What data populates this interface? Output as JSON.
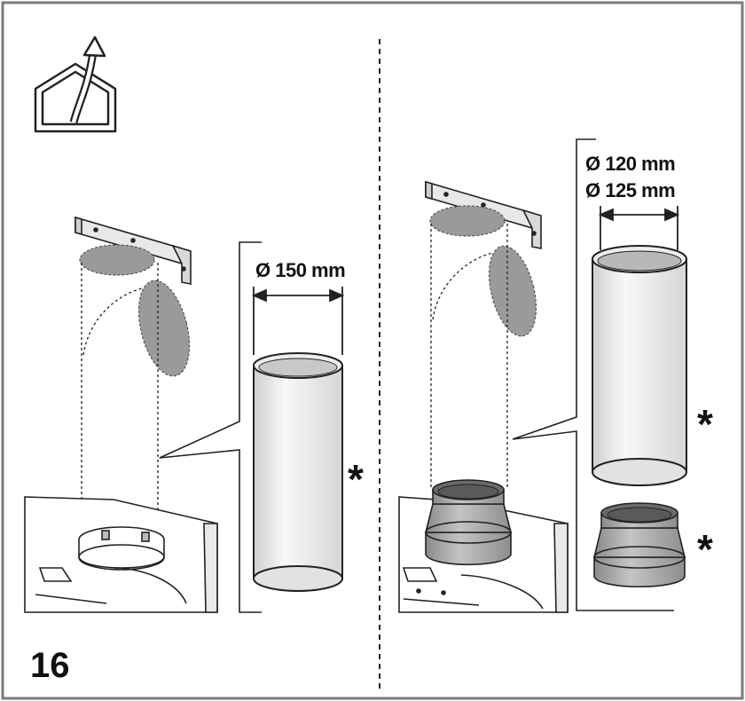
{
  "figure": {
    "number": "16",
    "left_panel": {
      "duct_diameter": "Ø 150 mm",
      "duct_marker": "*"
    },
    "right_panel": {
      "duct_diameter_1": "Ø 120 mm",
      "duct_diameter_2": "Ø 125 mm",
      "duct_marker": "*",
      "reducer_marker": "*"
    },
    "icons": [
      "house-exhaust-icon"
    ]
  },
  "colors": {
    "frame": "#7a7a7a",
    "line": "#222222",
    "fill_gray": "#9a9a9a",
    "duct_fill": "#f2f2f2"
  }
}
